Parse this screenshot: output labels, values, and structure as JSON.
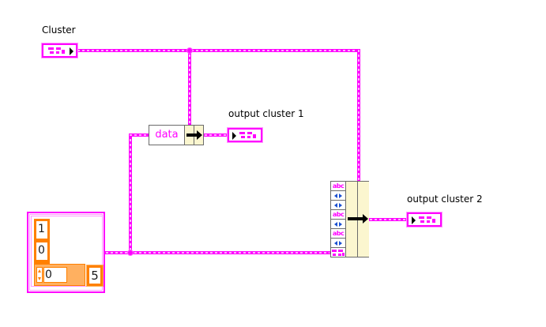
{
  "diagram": {
    "terminals": {
      "cluster_control": {
        "label": "Cluster",
        "type": "cluster-control"
      },
      "output_cluster_1": {
        "label": "output cluster 1",
        "type": "cluster-indicator"
      },
      "output_cluster_2": {
        "label": "output cluster 2",
        "type": "cluster-indicator"
      }
    },
    "unbundle_by_name": {
      "element_name": "data"
    },
    "bundle_by_name": {
      "inputs": [
        "string",
        "numeric",
        "numeric",
        "string",
        "numeric",
        "string",
        "numeric",
        "cluster"
      ],
      "string_glyph": "abc"
    },
    "cluster_constant": {
      "array_values": [
        "1",
        "0"
      ],
      "index_value": "0",
      "numeric_value": "5"
    },
    "colors": {
      "cluster_wire": "#ff00ff",
      "numeric_orange": "#ff8000",
      "node_body": "#fbf6cf",
      "numeric_blue": "#1a4fd0"
    }
  }
}
